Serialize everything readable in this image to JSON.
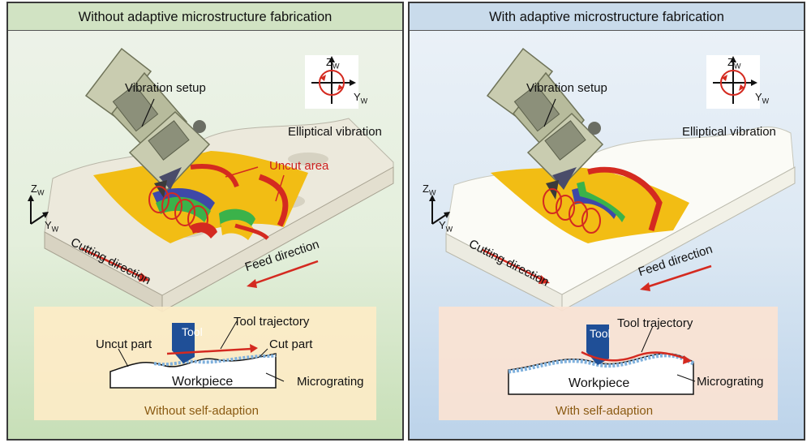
{
  "left": {
    "header": "Without adaptive microstructure fabrication",
    "vibration_setup": "Vibration setup",
    "elliptical_vibration": "Elliptical vibration",
    "uncut_area": "Uncut area",
    "cutting_direction": "Cutting direction",
    "feed_direction": "Feed direction",
    "axis_z": "Z",
    "axis_y": "Y",
    "axis_sub": "W",
    "inset": {
      "tool": "Tool",
      "tool_trajectory": "Tool trajectory",
      "uncut_part": "Uncut part",
      "cut_part": "Cut part",
      "workpiece": "Workpiece",
      "micrograting": "Micrograting",
      "caption": "Without self-adaption"
    }
  },
  "right": {
    "header": "With adaptive microstructure fabrication",
    "vibration_setup": "Vibration setup",
    "elliptical_vibration": "Elliptical vibration",
    "cutting_direction": "Cutting direction",
    "feed_direction": "Feed direction",
    "axis_z": "Z",
    "axis_y": "Y",
    "axis_sub": "W",
    "inset": {
      "tool": "Tool",
      "tool_trajectory": "Tool trajectory",
      "workpiece": "Workpiece",
      "micrograting": "Micrograting",
      "caption": "With self-adaption"
    }
  },
  "colors": {
    "red": "#d42a20",
    "yellow": "#f3be12",
    "green": "#3bb24a",
    "blue": "#3e48a8",
    "caption": "#8a5a12",
    "tool_blue": "#1f4f97"
  },
  "icons": [
    "vibration-setup-machine-icon",
    "elliptical-vibration-icon",
    "tool-icon",
    "workpiece-icon"
  ]
}
